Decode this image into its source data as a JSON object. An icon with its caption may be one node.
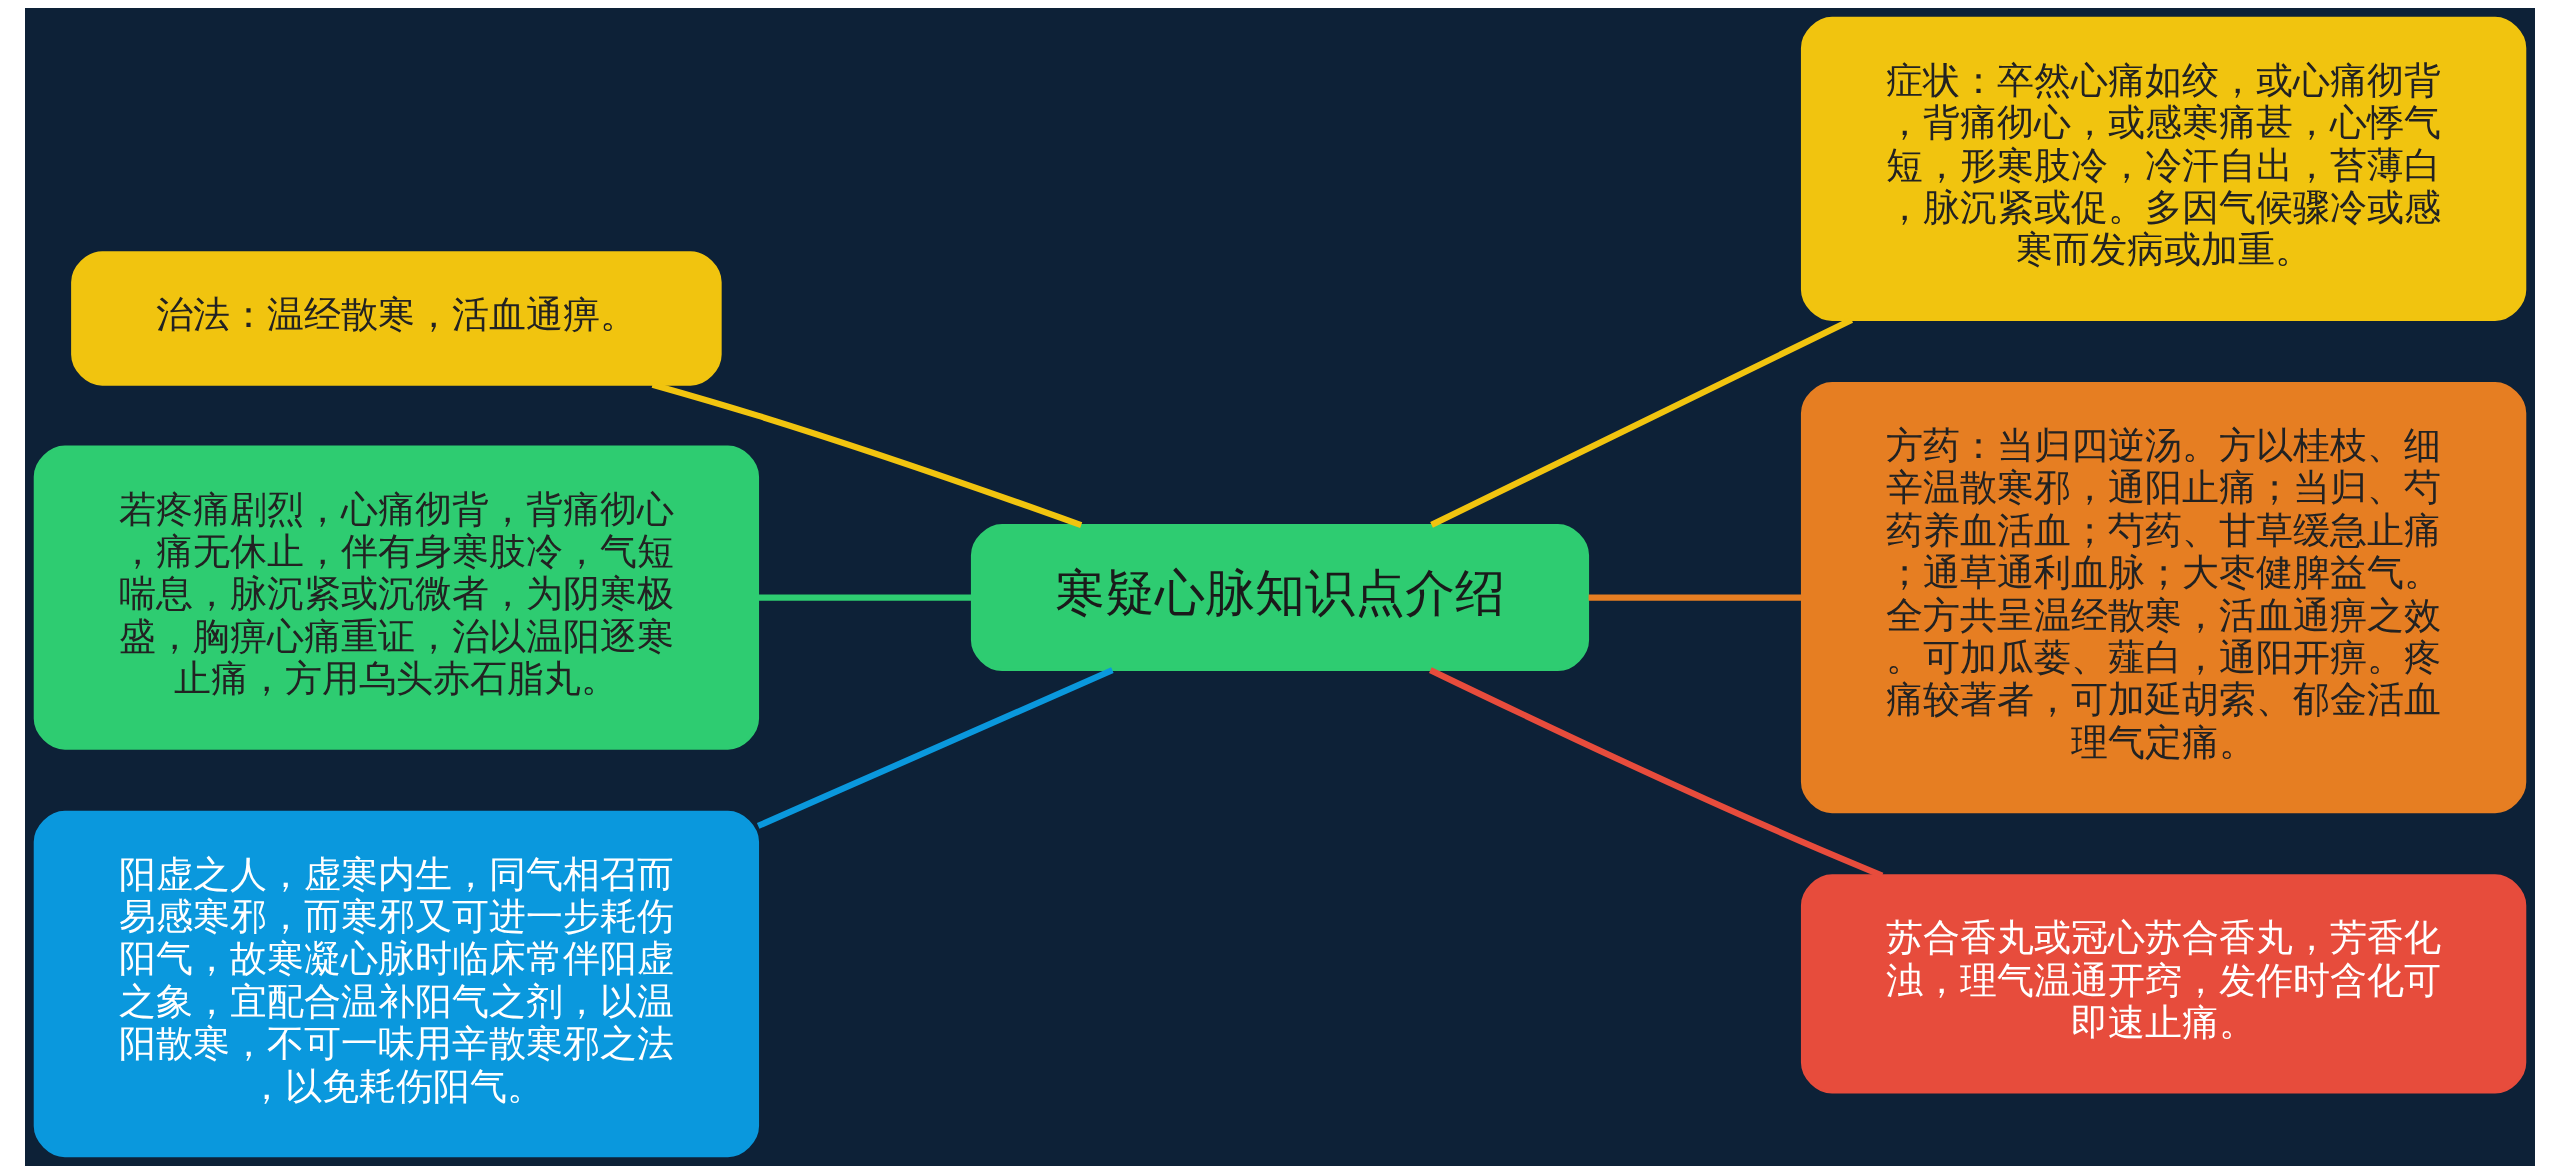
{
  "diagram": {
    "nodes": [
      {
        "text": [
          "寒疑心脉知识点介绍"
        ]
      },
      {
        "text": [
          "症状：卒然心痛如绞，或心痛彻背，背痛彻心，或感寒痛甚，心悸气短，形寒肢冷，冷汗自出，苔薄白，脉沉紧或促。多因气候骤冷或感寒而发病或加重。"
        ]
      },
      {
        "text": [
          "方药：当归四逆汤。方以桂枝、细辛温散寒邪，通阳止痛；当归、芍药养血活血；芍药、甘草缓急止痛；通草通利血脉；大枣健脾益气。全方共呈温经散寒，活血通痹之效。可加瓜蒌、薤白，通阳开痹。疼痛较著者，可加延胡索、郁金活血理气定痛。"
        ]
      },
      {
        "text": [
          "苏合香丸或冠心苏合香丸，芳香化浊，理气温通开窍，发作时含化可即速止痛。"
        ]
      },
      {
        "text": [
          "治法：温经散寒，活血通痹。"
        ]
      },
      {
        "text": [
          "若疼痛剧烈，心痛彻背，背痛彻心，痛无休止，伴有身寒肢冷，气短喘息，脉沉紧或沉微者，为阴寒极盛，胸痹心痛重证，治以温阳逐寒止痛，方用乌头赤石脂丸。"
        ]
      },
      {
        "text": [
          "阳虚之人，虚寒内生，同气相召而易感寒邪，而寒邪又可进一步耗伤阳气，故寒凝心脉时临床常伴阳虚之象，宜配合温补阳气之剂，以温阳散寒，不可一味用辛散寒邪之法，以免耗伤阳气。"
        ]
      }
    ],
    "edges": [
      {
        "from": 0,
        "to": 1,
        "arrow": "none",
        "color": "#f1c40f"
      },
      {
        "from": 0,
        "to": 2,
        "arrow": "none",
        "color": "#e67e22"
      },
      {
        "from": 0,
        "to": 3,
        "arrow": "none",
        "color": "#e74c3c"
      },
      {
        "from": 0,
        "to": 4,
        "arrow": "none",
        "color": "#f1c40f"
      },
      {
        "from": 0,
        "to": 5,
        "arrow": "none",
        "color": "#2ecc71"
      },
      {
        "from": 0,
        "to": 6,
        "arrow": "none",
        "color": "#0a98dd"
      }
    ]
  }
}
